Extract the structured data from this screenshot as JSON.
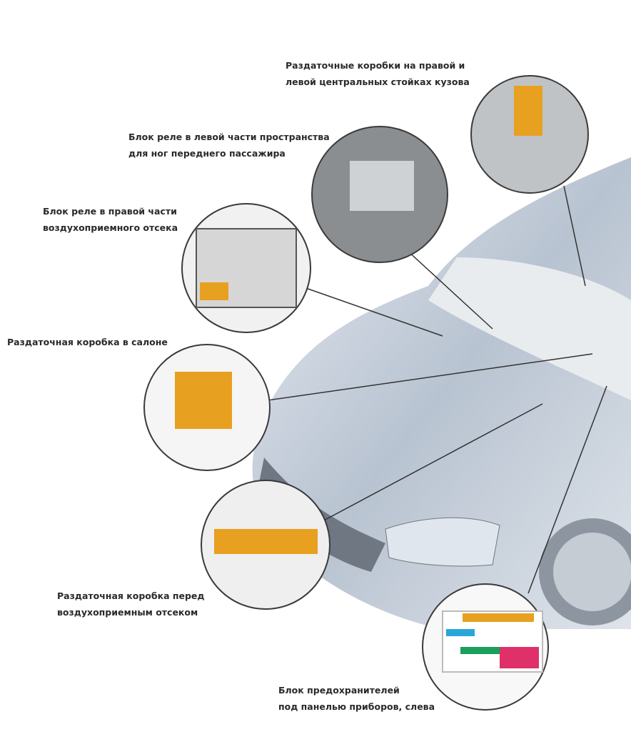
{
  "callouts": [
    {
      "lines": [
        "Раздаточные коробки на правой и",
        "левой центральных стойках кузова"
      ],
      "image": "pillar-distribution-boxes"
    },
    {
      "lines": [
        "Блок реле в левой части пространства",
        "для ног переднего пассажира"
      ],
      "image": "passenger-footwell-relay-block"
    },
    {
      "lines": [
        "Блок реле в правой части",
        "воздухоприемного отсека"
      ],
      "image": "plenum-relay-block"
    },
    {
      "lines": [
        "Раздаточная коробка в салоне"
      ],
      "image": "cabin-distribution-box"
    },
    {
      "lines": [
        "Раздаточная коробка перед",
        "воздухоприемным отсеком"
      ],
      "image": "front-plenum-distribution-box"
    },
    {
      "lines": [
        "Блок предохранителей",
        "под панелью приборов, слева"
      ],
      "image": "dashboard-fuse-box"
    }
  ],
  "colors": {
    "car_body": "#c9d2de",
    "connector": "#e8a020",
    "circle_border": "#3a3a3a"
  }
}
